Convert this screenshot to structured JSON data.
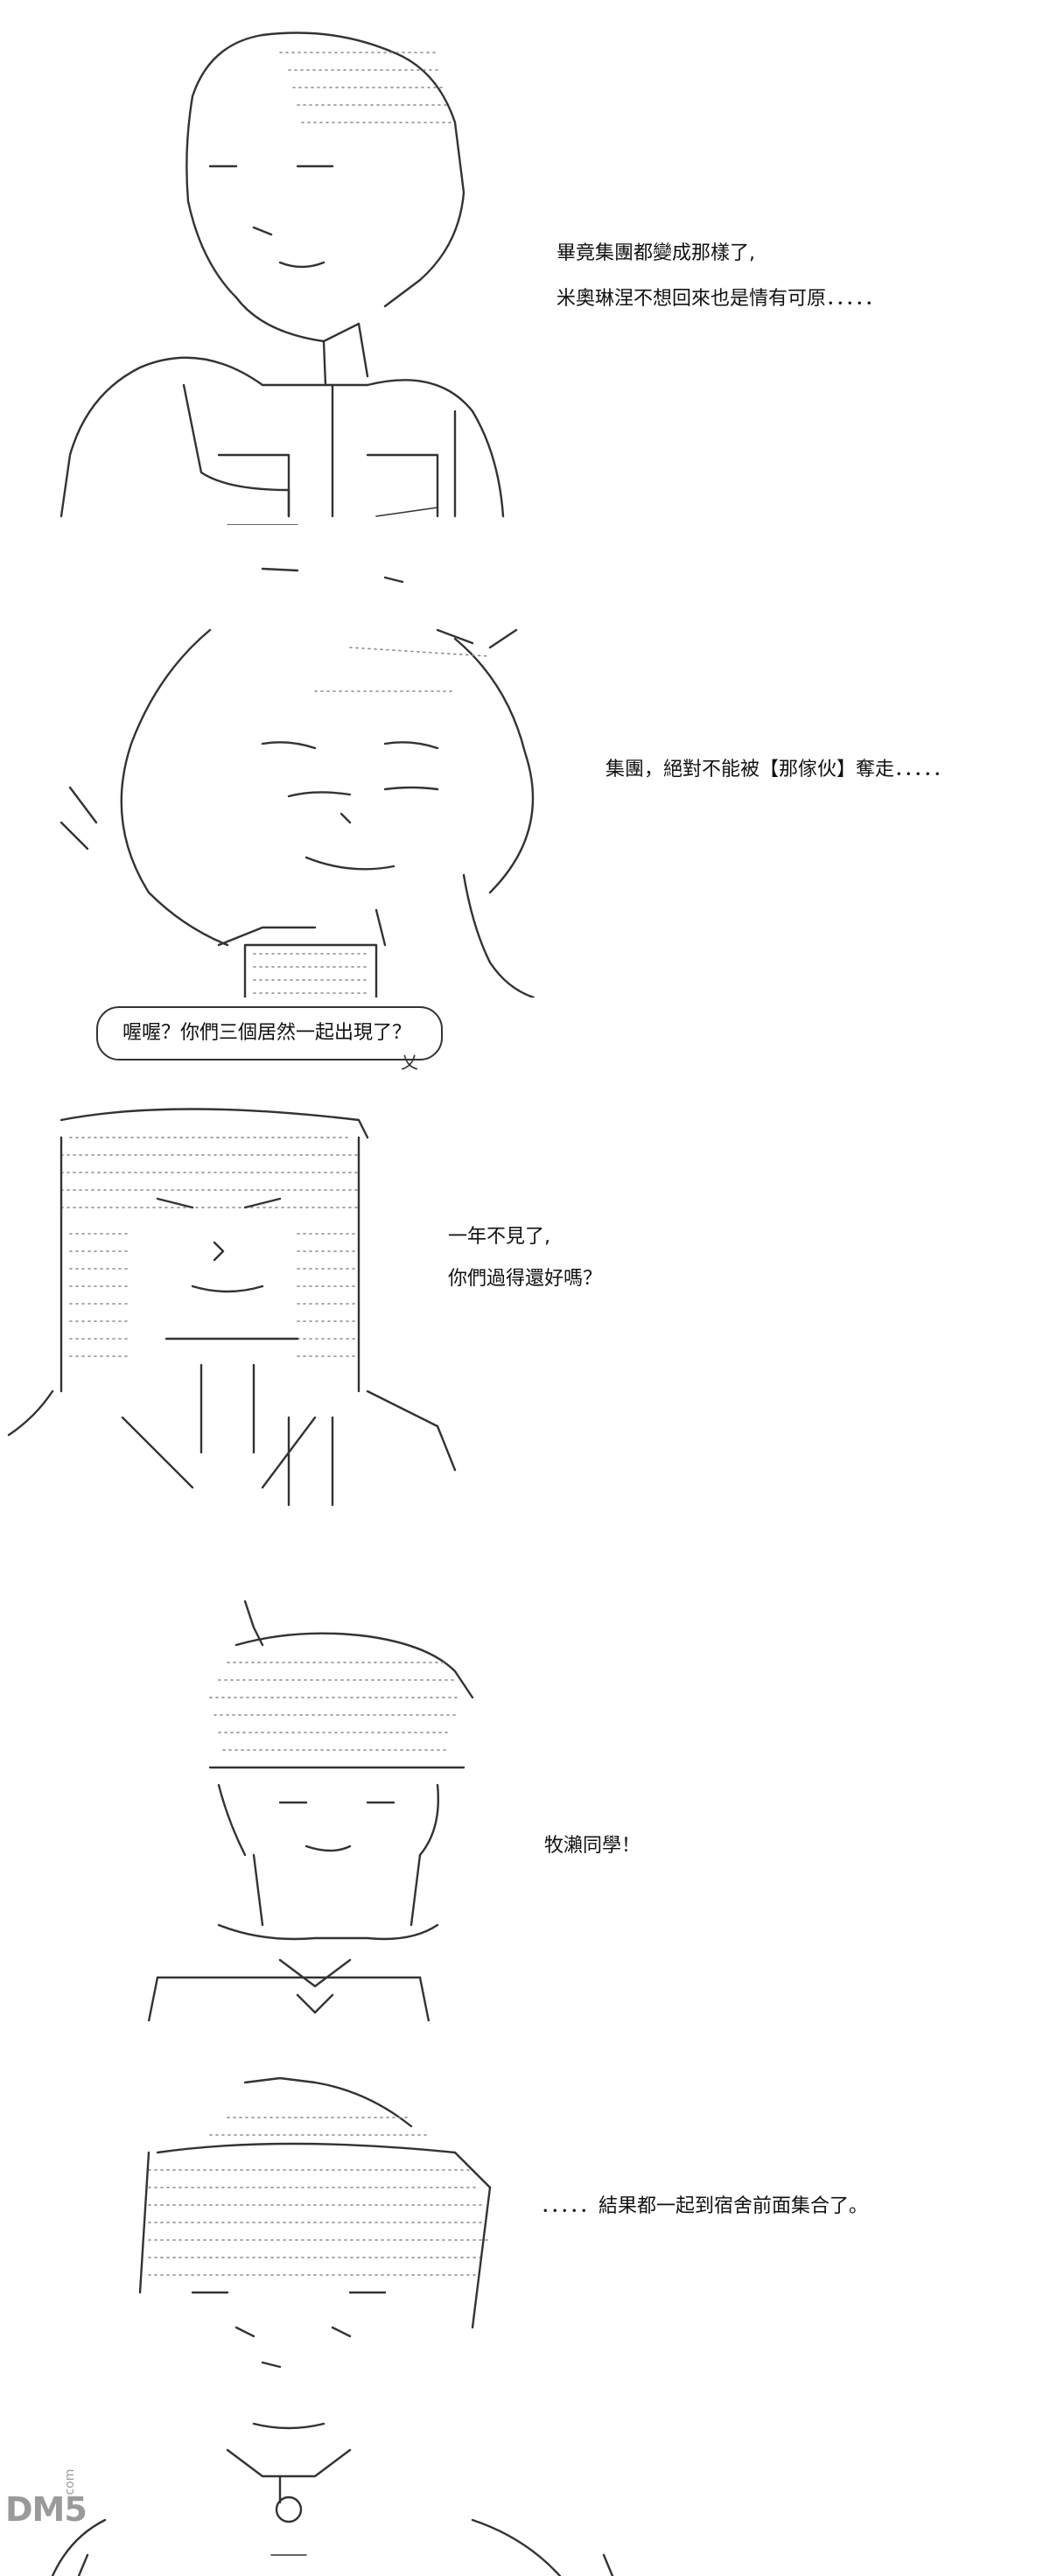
{
  "panels": [
    {
      "id": "p1",
      "lines": [
        "畢竟集團都變成那樣了,",
        "米奧琳涅不想回來也是情有可原．．．．．"
      ]
    },
    {
      "id": "p2",
      "lines": [
        "集團，絕對不能被【那傢伙】奪走．．．．．"
      ]
    },
    {
      "id": "p3",
      "bubble": "喔喔？你們三個居然一起出現了？",
      "bubble_tail": "乂",
      "lines": [
        "一年不見了,",
        "你們過得還好嗎？"
      ]
    },
    {
      "id": "p4",
      "lines": [
        "牧瀨同學！"
      ]
    },
    {
      "id": "p5",
      "lines": [
        "．．．．．結果都一起到宿舍前面集合了。"
      ]
    }
  ],
  "watermark": {
    "main": "DM5",
    "sub": ".com"
  }
}
